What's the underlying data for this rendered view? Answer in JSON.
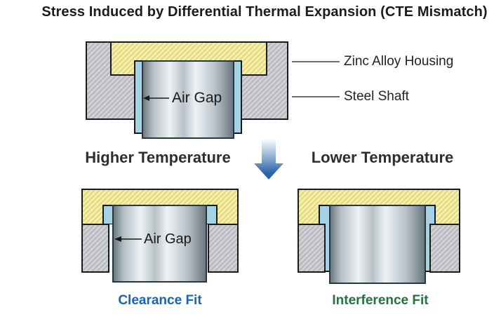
{
  "title": "Stress Induced by Differential Thermal Expansion (CTE Mismatch)",
  "initial_assembly": {
    "air_gap_label": "Air Gap",
    "legend": {
      "housing": "Zinc Alloy Housing",
      "shaft": "Steel Shaft"
    }
  },
  "higher_temperature": {
    "heading": "Higher Temperature",
    "air_gap_label": "Air Gap",
    "caption": "Clearance Fit"
  },
  "lower_temperature": {
    "heading": "Lower Temperature",
    "caption": "Interference Fit"
  },
  "colors": {
    "housing_gray": "#cfd0d4",
    "housing_gray_hatch": "#a8abb1",
    "zinc_yellow": "#f4efa5",
    "zinc_yellow_hatch": "#d6cc74",
    "air_gap_blue": "#a5d2e4",
    "air_gap_pale": "#e9f4f9",
    "outline_black": "#1a1a1a",
    "caption_blue": "#1b64b4",
    "caption_green": "#27713f",
    "arrow_blue_top": "#fbfdfe",
    "arrow_blue_mid": "#8fafd2",
    "arrow_blue_bottom": "#2a62a8",
    "shaft_steel_dark": "#67757e",
    "shaft_steel_mid": "#b7c1c7",
    "shaft_steel_light": "#eef2f4"
  }
}
